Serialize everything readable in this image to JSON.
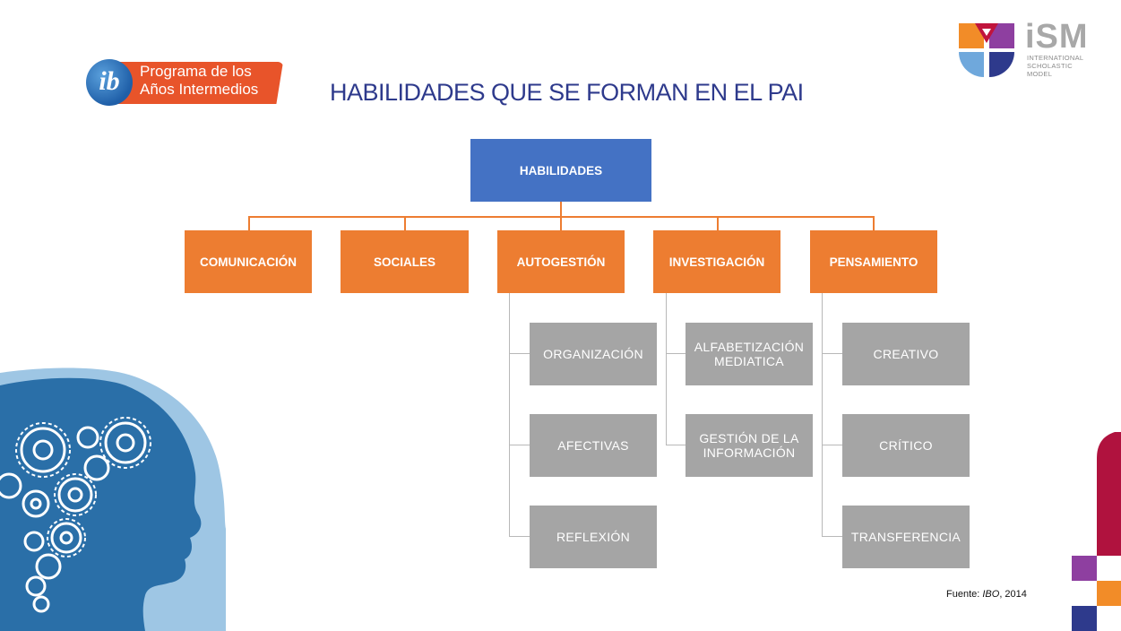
{
  "header": {
    "ib_logo_text_line1": "Programa de los",
    "ib_logo_text_line2": "Años Intermedios",
    "ib_logo_mark": "ib",
    "ism_logo_name": "iSM",
    "ism_logo_sub_line1": "INTERNATIONAL",
    "ism_logo_sub_line2": "SCHOLASTIC",
    "ism_logo_sub_line3": "MODEL",
    "title": "HABILIDADES QUE SE FORMAN EN EL PAI"
  },
  "diagram": {
    "root": "HABILIDADES",
    "categories": [
      {
        "label": "COMUNICACIÓN",
        "children": []
      },
      {
        "label": "SOCIALES",
        "children": []
      },
      {
        "label": "AUTOGESTIÓN",
        "children": [
          "ORGANIZACIÓN",
          "AFECTIVAS",
          "REFLEXIÓN"
        ]
      },
      {
        "label": "INVESTIGACIÓN",
        "children": [
          "ALFABETIZACIÓN MEDIATICA",
          "GESTIÓN DE LA INFORMACIÓN"
        ]
      },
      {
        "label": "PENSAMIENTO",
        "children": [
          "CREATIVO",
          "CRÍTICO",
          "TRANSFERENCIA"
        ]
      }
    ]
  },
  "footer": {
    "source_prefix": "Fuente: ",
    "source_name": "IBO",
    "source_suffix": ", 2014"
  },
  "colors": {
    "root": "#4472c4",
    "category": "#ed7d31",
    "subskill": "#a5a5a5",
    "title": "#2e3a8c"
  },
  "icons": [
    "head-with-gears-illustration",
    "decorative-color-blocks"
  ]
}
